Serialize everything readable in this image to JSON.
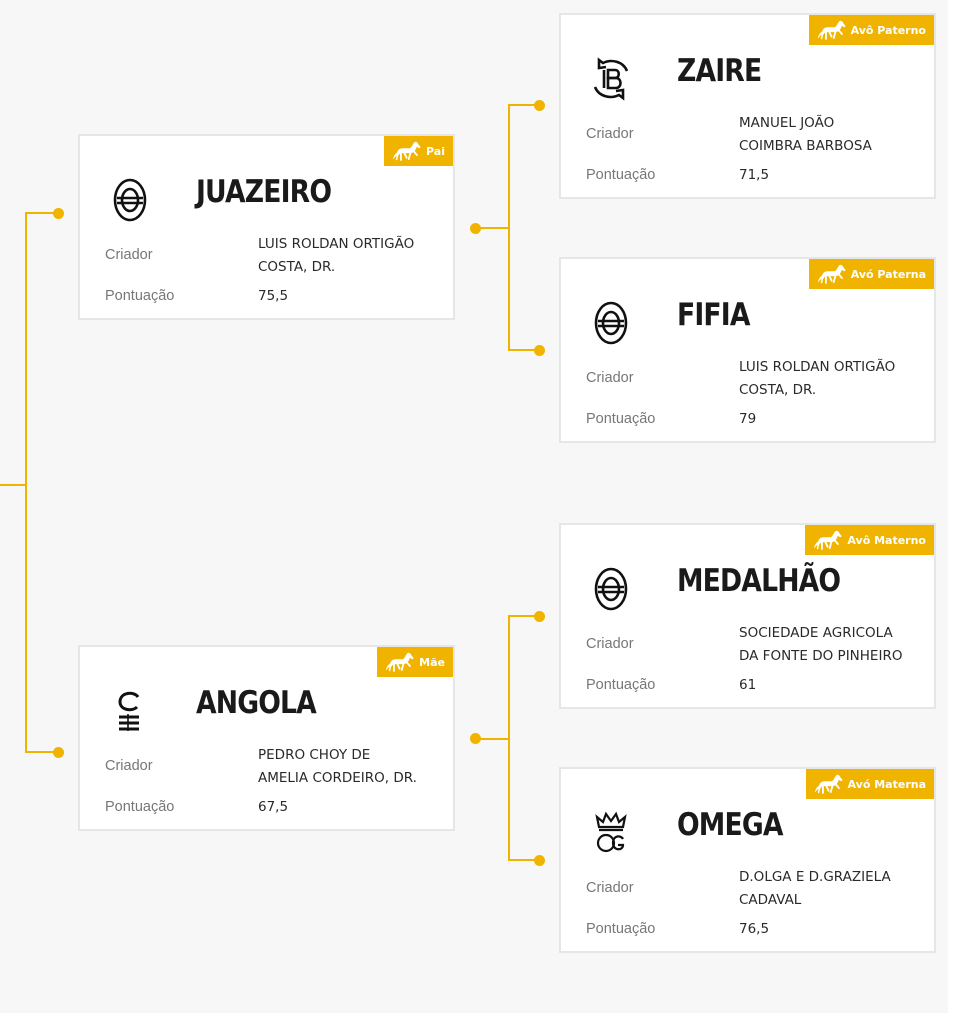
{
  "field_labels": {
    "breeder": "Criador",
    "score": "Pontuação"
  },
  "colors": {
    "accent": "#f0b400",
    "card_border": "#e6e6e6",
    "background": "#f7f7f7"
  },
  "horses": {
    "sire": {
      "badge": "Pai",
      "brand_icon": "brand-oval-o-icon",
      "name": "JUAZEIRO",
      "breeder_line1": "LUIS ROLDAN ORTIGÃO",
      "breeder_line2": "COSTA, DR.",
      "score": "75,5"
    },
    "dam": {
      "badge": "Mãe",
      "brand_icon": "brand-c-bars-icon",
      "name": "ANGOLA",
      "breeder_line1": "PEDRO CHOY DE",
      "breeder_line2": "AMELIA CORDEIRO, DR.",
      "score": "67,5"
    },
    "paternal_grandsire": {
      "badge": "Avô Paterno",
      "brand_icon": "brand-b-arrows-icon",
      "name": "ZAIRE",
      "breeder_line1": "MANUEL JOÃO",
      "breeder_line2": "COIMBRA BARBOSA",
      "score": "71,5"
    },
    "paternal_granddam": {
      "badge": "Avó Paterna",
      "brand_icon": "brand-oval-o-icon",
      "name": "FIFIA",
      "breeder_line1": "LUIS ROLDAN ORTIGÃO",
      "breeder_line2": "COSTA, DR.",
      "score": "79"
    },
    "maternal_grandsire": {
      "badge": "Avô Materno",
      "brand_icon": "brand-oval-o-icon",
      "name": "MEDALHÃO",
      "breeder_line1": "SOCIEDADE AGRICOLA",
      "breeder_line2": "DA FONTE DO PINHEIRO",
      "score": "61"
    },
    "maternal_granddam": {
      "badge": "Avó Materna",
      "brand_icon": "brand-crown-og-icon",
      "name": "OMEGA",
      "breeder_line1": "D.OLGA E D.GRAZIELA",
      "breeder_line2": "CADAVAL",
      "score": "76,5"
    }
  }
}
